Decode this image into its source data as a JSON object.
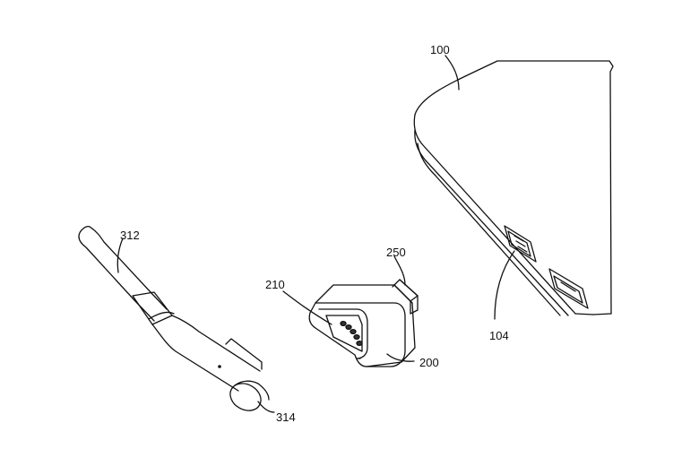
{
  "figure": {
    "references": {
      "laptop": "100",
      "laptop_port": "104",
      "adapter": "200",
      "adapter_contacts": "210",
      "adapter_plug": "250",
      "cable": "312",
      "cable_connector_end": "314"
    }
  }
}
